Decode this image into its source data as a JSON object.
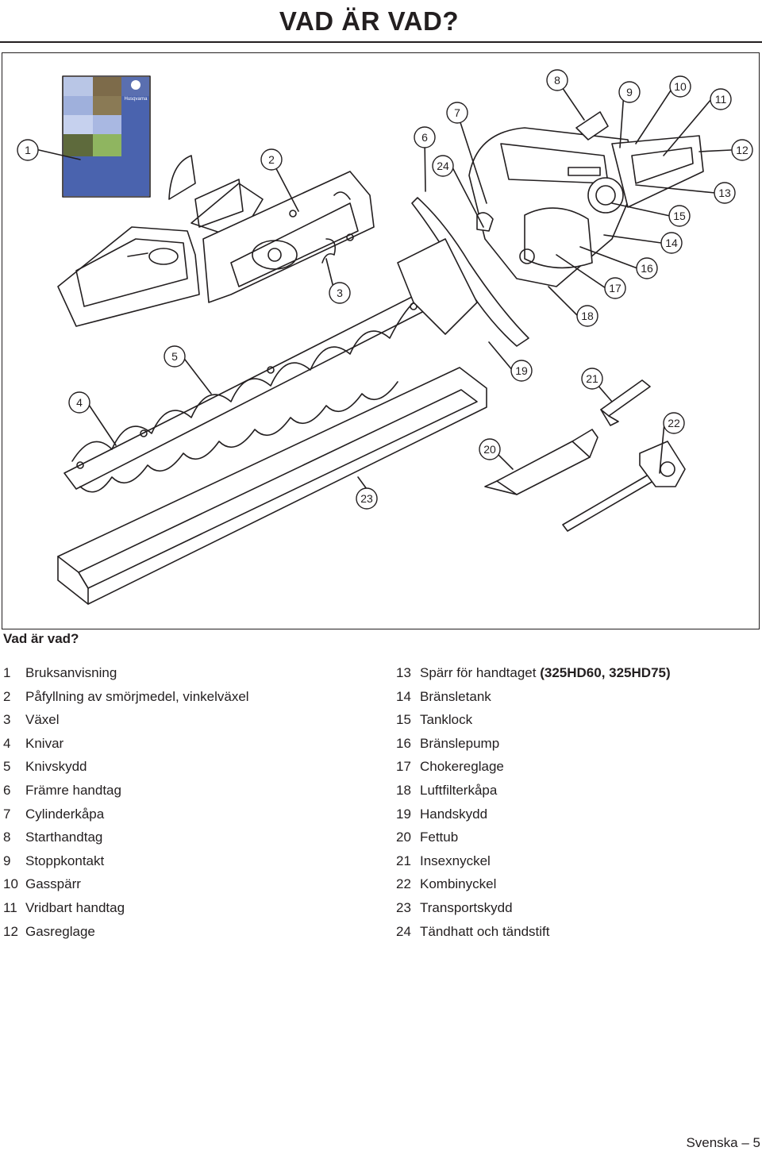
{
  "page": {
    "title": "VAD ÄR VAD?",
    "figure_caption": "Vad är vad?",
    "footer": "Svenska – 5"
  },
  "callouts": [
    "1",
    "2",
    "3",
    "4",
    "5",
    "6",
    "7",
    "8",
    "9",
    "10",
    "11",
    "12",
    "13",
    "14",
    "15",
    "16",
    "17",
    "18",
    "19",
    "20",
    "21",
    "22",
    "23",
    "24"
  ],
  "manual_cover": {
    "brand": "Husqvarna"
  },
  "parts_left": [
    {
      "num": "1",
      "label": "Bruksanvisning"
    },
    {
      "num": "2",
      "label": "Påfyllning av smörjmedel, vinkelväxel"
    },
    {
      "num": "3",
      "label": "Växel"
    },
    {
      "num": "4",
      "label": "Knivar"
    },
    {
      "num": "5",
      "label": "Knivskydd"
    },
    {
      "num": "6",
      "label": "Främre handtag"
    },
    {
      "num": "7",
      "label": "Cylinderkåpa"
    },
    {
      "num": "8",
      "label": "Starthandtag"
    },
    {
      "num": "9",
      "label": "Stoppkontakt"
    },
    {
      "num": "10",
      "label": "Gasspärr"
    },
    {
      "num": "11",
      "label": "Vridbart handtag"
    },
    {
      "num": "12",
      "label": "Gasreglage"
    }
  ],
  "parts_right": [
    {
      "num": "13",
      "label": "Spärr för handtaget",
      "note": "(325HD60, 325HD75)"
    },
    {
      "num": "14",
      "label": "Bränsletank"
    },
    {
      "num": "15",
      "label": "Tanklock"
    },
    {
      "num": "16",
      "label": "Bränslepump"
    },
    {
      "num": "17",
      "label": "Chokereglage"
    },
    {
      "num": "18",
      "label": "Luftfilterkåpa"
    },
    {
      "num": "19",
      "label": "Handskydd"
    },
    {
      "num": "20",
      "label": "Fettub"
    },
    {
      "num": "21",
      "label": "Insexnyckel"
    },
    {
      "num": "22",
      "label": "Kombinyckel"
    },
    {
      "num": "23",
      "label": "Transportskydd"
    },
    {
      "num": "24",
      "label": "Tändhatt och tändstift"
    }
  ]
}
